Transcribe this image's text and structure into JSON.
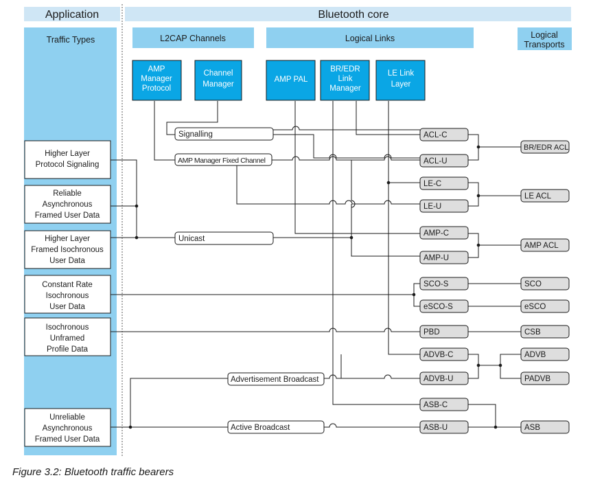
{
  "headers": {
    "application": "Application",
    "bluetooth_core": "Bluetooth core",
    "traffic_types": "Traffic Types",
    "l2cap_channels": "L2CAP Channels",
    "logical_links": "Logical Links",
    "logical_transports": [
      "Logical",
      "Transports"
    ]
  },
  "components": {
    "amp_manager_protocol": [
      "AMP",
      "Manager",
      "Protocol"
    ],
    "channel_manager": [
      "Channel",
      "Manager"
    ],
    "amp_pal": [
      "AMP PAL"
    ],
    "bredr_link_manager": [
      "BR/EDR",
      "Link",
      "Manager"
    ],
    "le_link_layer": [
      "LE Link",
      "Layer"
    ]
  },
  "traffic_types": {
    "higher_layer_protocol_signaling": [
      "Higher Layer",
      "Protocol  Signaling"
    ],
    "reliable_async_framed": [
      "Reliable",
      "Asynchronous",
      "Framed  User Data"
    ],
    "higher_layer_framed_iso": [
      "Higher Layer",
      "Framed Isochronous",
      "User Data"
    ],
    "constant_rate_iso": [
      "Constant Rate",
      "Isochronous",
      "User Data"
    ],
    "iso_unframed": [
      "Isochronous",
      "Unframed",
      "Profile Data"
    ],
    "unreliable_async_framed": [
      "Unreliable",
      "Asynchronous",
      "Framed  User Data"
    ]
  },
  "channels": {
    "signalling": "Signalling",
    "amp_manager_fixed_channel": "AMP Manager Fixed Channel",
    "unicast": "Unicast",
    "advertisement_broadcast": "Advertisement Broadcast",
    "active_broadcast": "Active Broadcast"
  },
  "logical_links": {
    "acl_c": "ACL-C",
    "acl_u": "ACL-U",
    "le_c": "LE-C",
    "le_u": "LE-U",
    "amp_c": "AMP-C",
    "amp_u": "AMP-U",
    "sco_s": "SCO-S",
    "esco_s": "eSCO-S",
    "pbd": "PBD",
    "advb_c": "ADVB-C",
    "advb_u": "ADVB-U",
    "asb_c": "ASB-C",
    "asb_u": "ASB-U"
  },
  "logical_transports": {
    "bredr_acl": "BR/EDR ACL",
    "le_acl": "LE ACL",
    "amp_acl": "AMP ACL",
    "sco": "SCO",
    "esco": "eSCO",
    "csb": "CSB",
    "advb": "ADVB",
    "padvb": "PADVB",
    "asb": "ASB"
  },
  "caption": "Figure 3.2:  Bluetooth traffic bearers",
  "colors": {
    "banner": "#cfe6f5",
    "band": "#8fd0f0",
    "component": "#0aa6e5",
    "link_box": "#dedede"
  }
}
